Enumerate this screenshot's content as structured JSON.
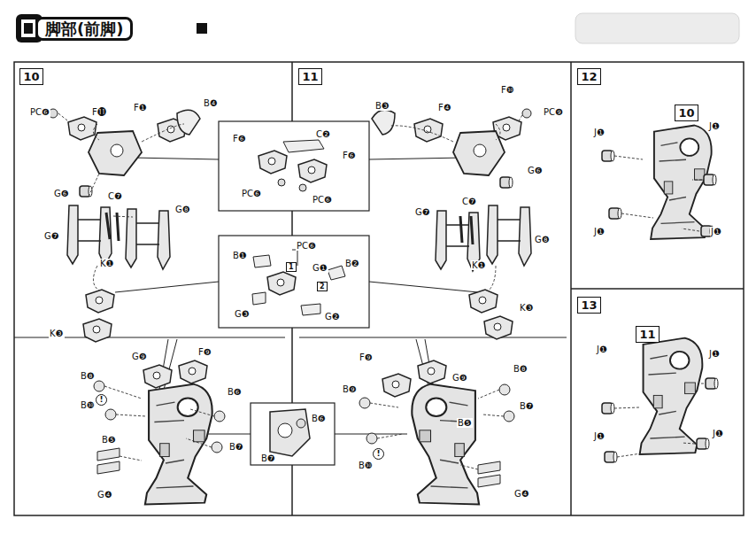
{
  "diagram": {
    "title": "脚部(前脚)",
    "nodes": [
      {
        "text": [
          "10"
        ]
      },
      {
        "text": [
          "11"
        ]
      },
      {
        "text": [
          "12"
        ]
      },
      {
        "text": [
          "13"
        ]
      },
      {
        "text": [
          "10"
        ]
      },
      {
        "text": [
          "11"
        ]
      }
    ],
    "labels": [
      "PC❻",
      "F⓫",
      "F❶",
      "B❹",
      "G❻",
      "C❼",
      "G❽",
      "G❼",
      "K❶",
      "K❸",
      "F❻",
      "C❷",
      "F❻",
      "PC❻",
      "PC❻",
      "B❶",
      "PC❻",
      "G❶",
      "B❷",
      "G❸",
      "G❷",
      "1",
      "2",
      "B❸",
      "F❹",
      "F❿",
      "PC❾",
      "G❻",
      "C❼",
      "G❼",
      "G❽",
      "K❶",
      "K❸",
      "G❾",
      "F❾",
      "B❽",
      "!",
      "B❿",
      "B❻",
      "B❺",
      "B❼",
      "G❹",
      "B❻",
      "B❼",
      "F❾",
      "G❾",
      "B❽",
      "B❾",
      "B❼",
      "B❺",
      "!",
      "B❿",
      "G❹",
      "J❶",
      "J❶",
      "J❶",
      "J❶",
      "J❶",
      "J❶",
      "J❶",
      "J❶"
    ]
  }
}
